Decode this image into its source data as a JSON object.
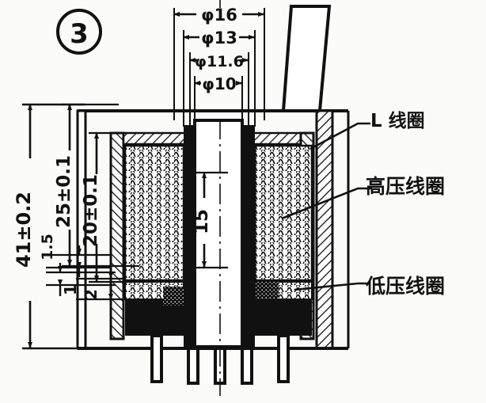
{
  "figure": {
    "index_label": "3",
    "title_note": "Cross-section of coil / transformer assembly"
  },
  "diameter_dimensions": [
    {
      "id": "phi16",
      "label": "φ16",
      "value": 16,
      "symbol": "φ",
      "row": 0
    },
    {
      "id": "phi13",
      "label": "φ13",
      "value": 13,
      "symbol": "φ",
      "row": 1
    },
    {
      "id": "phi11_6",
      "label": "φ11.6",
      "value": 11.6,
      "symbol": "φ",
      "row": 2
    },
    {
      "id": "phi10",
      "label": "φ10",
      "value": 10,
      "symbol": "φ",
      "row": 3
    }
  ],
  "vertical_dimensions": [
    {
      "id": "h41",
      "label": "41±0.2",
      "value": 41,
      "tolerance": "±0.2"
    },
    {
      "id": "h25",
      "label": "25±0.1",
      "value": 25,
      "tolerance": "±0.1"
    },
    {
      "id": "h20",
      "label": "20±0.1",
      "value": 20,
      "tolerance": "±0.1"
    },
    {
      "id": "h15",
      "label": "15",
      "value": 15,
      "tolerance": ""
    },
    {
      "id": "h1_5",
      "label": "1.5",
      "value": 1.5,
      "tolerance": ""
    },
    {
      "id": "h1",
      "label": "1",
      "value": 1,
      "tolerance": ""
    },
    {
      "id": "h2",
      "label": "2",
      "value": 2,
      "tolerance": ""
    }
  ],
  "callouts": [
    {
      "id": "l-coil",
      "label": "L 线圈",
      "meaning": "L coil"
    },
    {
      "id": "hv-coil",
      "label": "高压线圈",
      "meaning": "high voltage coil"
    },
    {
      "id": "lv-coil",
      "label": "低压线圈",
      "meaning": "low voltage coil"
    }
  ],
  "parts": {
    "pin_count": 5,
    "horn_shape": "trapezoid",
    "centerline": "dash-dot"
  },
  "colors": {
    "ink": "#111111",
    "paper": "#fbfbf9",
    "fill_dark": "#111111",
    "fill_light": "#ffffff"
  }
}
